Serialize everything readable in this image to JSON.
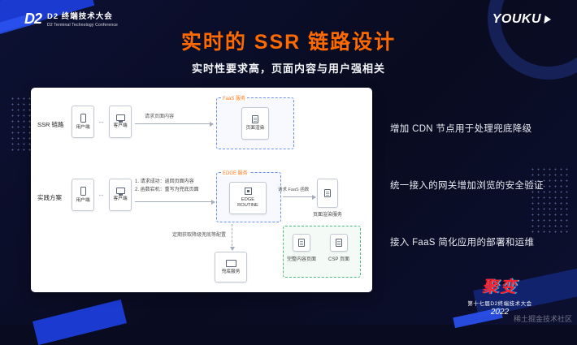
{
  "header": {
    "logo_mark": "D2",
    "logo_title": "D2 终端技术大会",
    "logo_subtitle": "D2 Terminal Technology Conference",
    "brand": "YOUKU"
  },
  "title": "实时的 SSR 链路设计",
  "subtitle": "实时性要求高，页面内容与用户强相关",
  "bullets": [
    "增加 CDN 节点用于处理兜底降级",
    "统一接入的网关增加浏览的安全验证",
    "接入 FaaS 简化应用的部署和运维"
  ],
  "diagram": {
    "row1": {
      "label": "SSR 链路",
      "user_node": "用户端",
      "client_node": "客户端",
      "arrow_label": "请求页面内容",
      "group_tag": "FaaS 服务",
      "render_node": "页面渲染"
    },
    "row2": {
      "label": "实践方案",
      "user_node": "用户端",
      "client_node": "客户端",
      "note1": "1. 请求成功：返回页面内容",
      "note2": "2. 函数宕机：重写为兜底页面",
      "group_tag": "EDGE 服务",
      "edge_node": "EDGE ROUTINE",
      "arrow_label": "请求 FaaS 函数",
      "render_service_caption": "页面渲染服务",
      "pages_group": {
        "full_page": "完整内容页面",
        "csp_page": "CSP 页面"
      }
    },
    "bottom": {
      "connector_label": "定期获取降级兜底等配置",
      "fallback_node": "兜底服务"
    }
  },
  "footer": {
    "event_logo": "聚变",
    "event_name": "第十七届D2终端技术大会",
    "year": "2022",
    "watermark": "稀土掘金技术社区"
  }
}
